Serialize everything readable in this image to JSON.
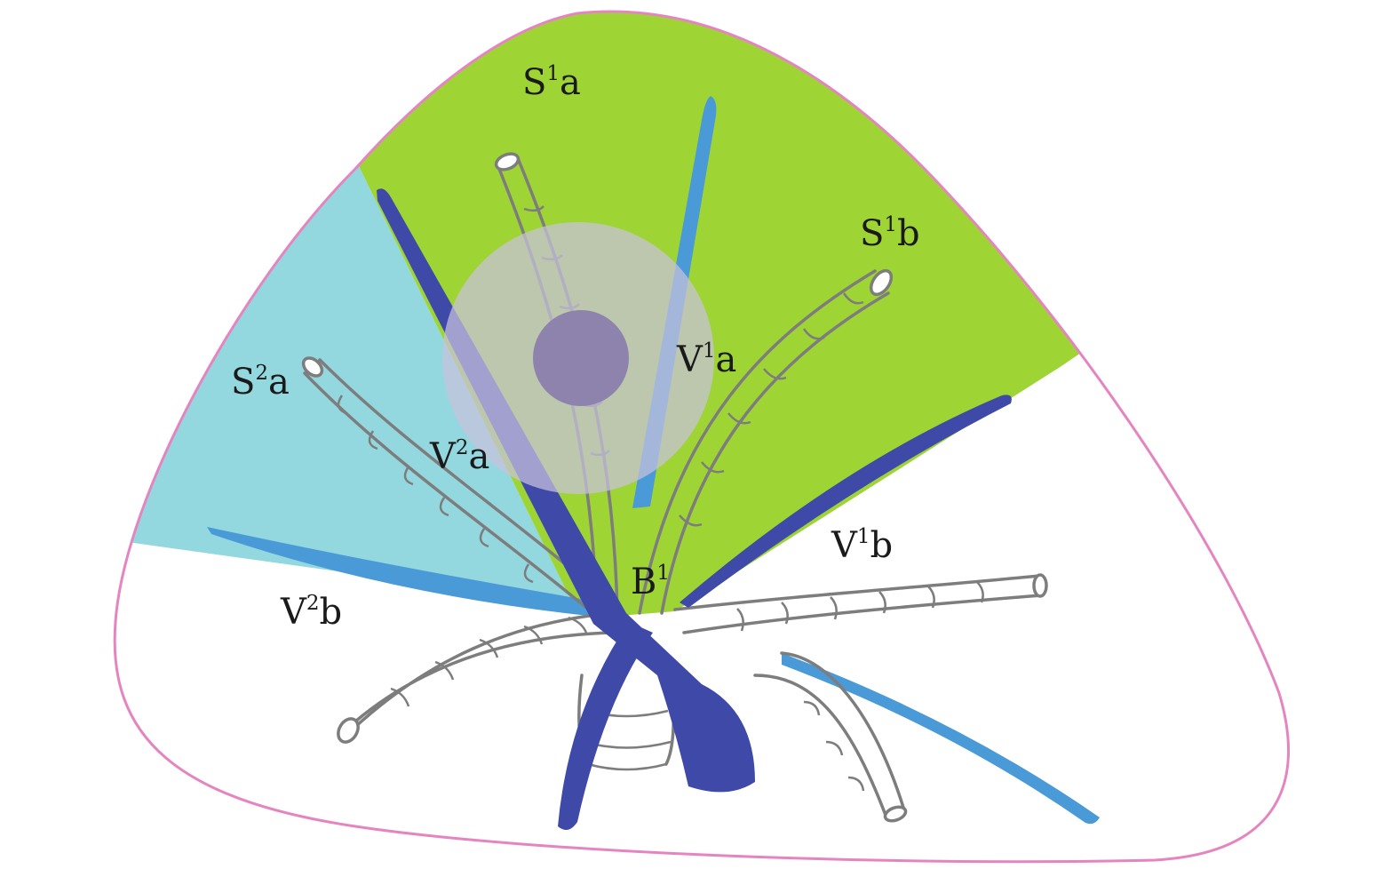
{
  "labels": {
    "s1a": {
      "base": "S",
      "sup": "1",
      "suffix": "a"
    },
    "s1b": {
      "base": "S",
      "sup": "1",
      "suffix": "b"
    },
    "s2a": {
      "base": "S",
      "sup": "2",
      "suffix": "a"
    },
    "v1a": {
      "base": "V",
      "sup": "1",
      "suffix": "a"
    },
    "v1b": {
      "base": "V",
      "sup": "1",
      "suffix": "b"
    },
    "v2a": {
      "base": "V",
      "sup": "2",
      "suffix": "a"
    },
    "v2b": {
      "base": "V",
      "sup": "2",
      "suffix": "b"
    },
    "b1": {
      "base": "B",
      "sup": "1",
      "suffix": ""
    }
  },
  "colors": {
    "outline": "#e585c0",
    "segment_s1": "#9ed534",
    "segment_s2": "#93d8df",
    "vein_dark": "#3f4aa8",
    "vein_light": "#4a9ad7",
    "airway_stroke": "#7d7d7d",
    "lesion_halo": "#c7c2dd",
    "lesion_core": "#8d83ad"
  }
}
